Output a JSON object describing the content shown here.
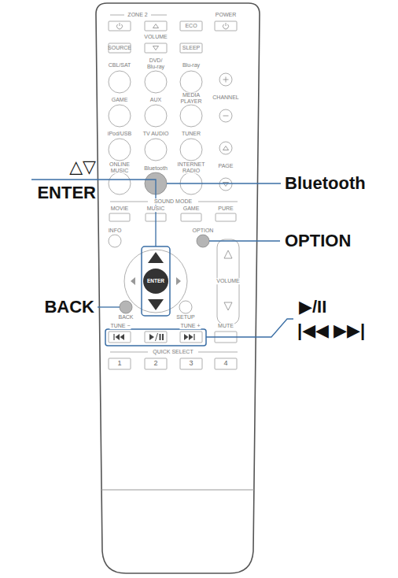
{
  "diagram": {
    "labels": [
      "ZONE 2",
      "POWER",
      "ECO",
      "VOLUME",
      "SOURCE",
      "SLEEP",
      "CBL/SAT",
      "DVD/ Blu-ray",
      "Blu-ray",
      "GAME",
      "AUX",
      "MEDIA PLAYER",
      "CHANNEL",
      "iPod/USB",
      "TV AUDIO",
      "TUNER",
      "ONLINE MUSIC",
      "Bluetooth",
      "INTERNET RADIO",
      "PAGE",
      "SOUND MODE",
      "MOVIE",
      "MUSIC",
      "GAME",
      "PURE",
      "INFO",
      "OPTION",
      "ENTER",
      "VOLUME",
      "BACK",
      "SETUP",
      "TUNE −",
      "TUNE +",
      "MUTE",
      "QUICK SELECT",
      "1",
      "2",
      "3",
      "4",
      "Bluetooth",
      "△▽",
      "ENTER",
      "OPTION",
      "BACK",
      "▶/II",
      "|◀◀ ▶▶|"
    ]
  }
}
